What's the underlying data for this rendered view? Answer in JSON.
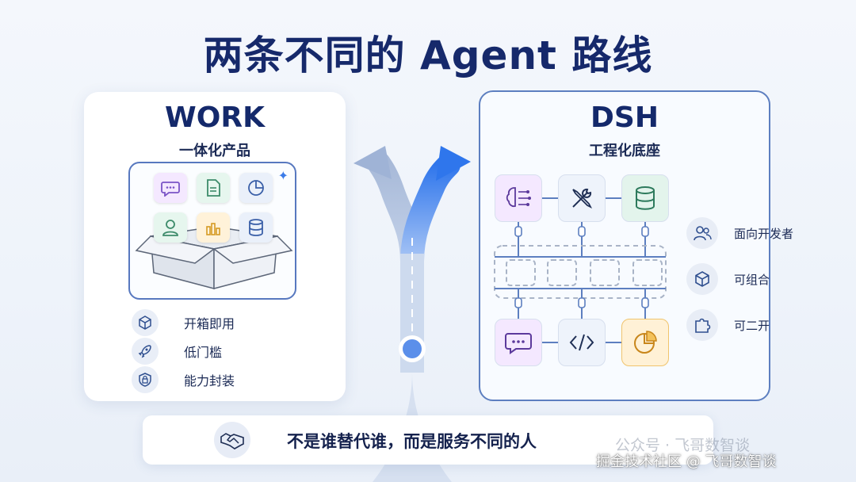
{
  "title": "两条不同的 Agent 路线",
  "work": {
    "name": "WORK",
    "subtitle": "一体化产品",
    "features": [
      {
        "icon": "cube-icon",
        "label": "开箱即用"
      },
      {
        "icon": "rocket-icon",
        "label": "低门槛"
      },
      {
        "icon": "lock-shield-icon",
        "label": "能力封装"
      }
    ],
    "tiles": [
      "chat-icon",
      "document-icon",
      "pie-chart-icon",
      "user-icon",
      "bar-chart-icon",
      "database-icon"
    ]
  },
  "dsh": {
    "name": "DSH",
    "subtitle": "工程化底座",
    "top_nodes": [
      "brain-circuit-icon",
      "tools-icon",
      "database-icon"
    ],
    "bottom_nodes": [
      "chat-icon",
      "code-icon",
      "pie-chart-icon"
    ],
    "traits": [
      {
        "icon": "users-icon",
        "label": "面向开发者"
      },
      {
        "icon": "cube-icon",
        "label": "可组合"
      },
      {
        "icon": "puzzle-icon",
        "label": "可二开"
      }
    ]
  },
  "banner": {
    "icon": "handshake-icon",
    "text": "不是谁替代谁，而是服务不同的人"
  },
  "watermarks": {
    "line1": "公众号 · 飞哥数智谈",
    "line2": "掘金技术社区 @ 飞哥数智谈"
  },
  "colors": {
    "title": "#16296b",
    "accent": "#3b7be8",
    "border": "#5778bf"
  }
}
